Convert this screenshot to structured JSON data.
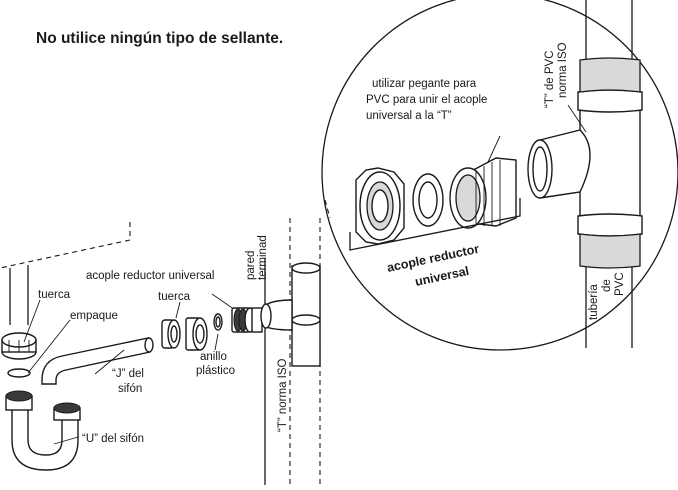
{
  "warning": "No utilice ningún tipo de sellante.",
  "labels": {
    "wall": [
      "pared",
      "terminad"
    ],
    "nut": "tuerca",
    "nut2": "tuerca",
    "gasket": "empaque",
    "reducer_small": "acople reductor universal",
    "j_trap": [
      "“J” del",
      "sifón"
    ],
    "u_trap": "“U” del sifón",
    "plastic_ring": [
      "anillo",
      "plástico"
    ],
    "tee_small": "“T” norma ISO",
    "tee_detail": [
      "“T” de PVC",
      "norma ISO"
    ],
    "glue_note": [
      "utilizar pegante para",
      "PVC para unir el acople",
      "universal a la “T”"
    ],
    "reducer_detail": [
      "acople reductor",
      "universal"
    ],
    "pvc_pipe": [
      "tubería",
      "de",
      "PVC"
    ]
  }
}
